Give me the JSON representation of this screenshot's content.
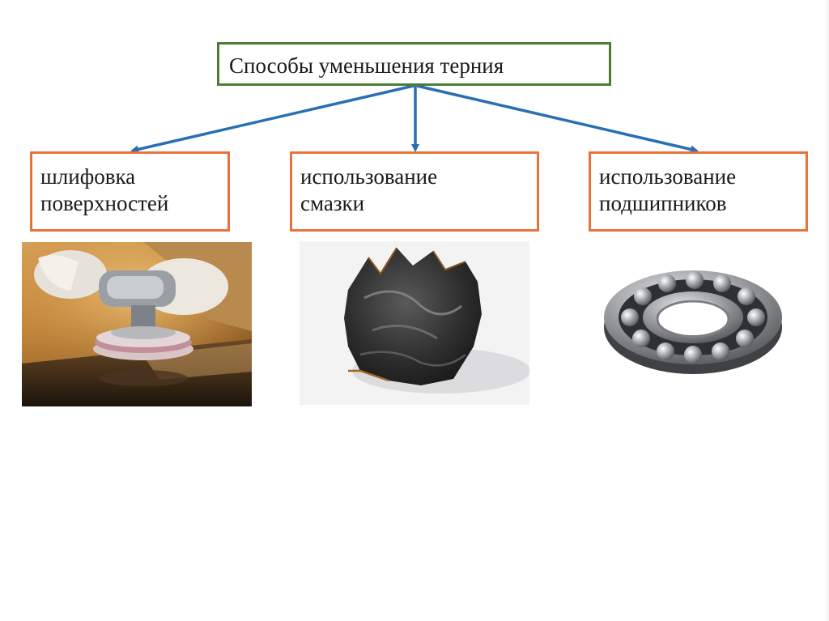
{
  "diagram": {
    "root": {
      "text": "Способы уменьшения терния"
    },
    "children": [
      {
        "lines": [
          "шлифовка",
          "поверхностей"
        ]
      },
      {
        "lines": [
          "использование",
          "смазки"
        ]
      },
      {
        "lines": [
          "использование",
          "подшипников"
        ]
      }
    ]
  },
  "colors": {
    "root_border": "#4a7f33",
    "child_border": "#e8733a",
    "arrow": "#2a6fb3"
  },
  "images": [
    {
      "depicts": "angle-grinder polishing a surface"
    },
    {
      "depicts": "lump of dark lubricating grease"
    },
    {
      "depicts": "ball bearing"
    }
  ]
}
